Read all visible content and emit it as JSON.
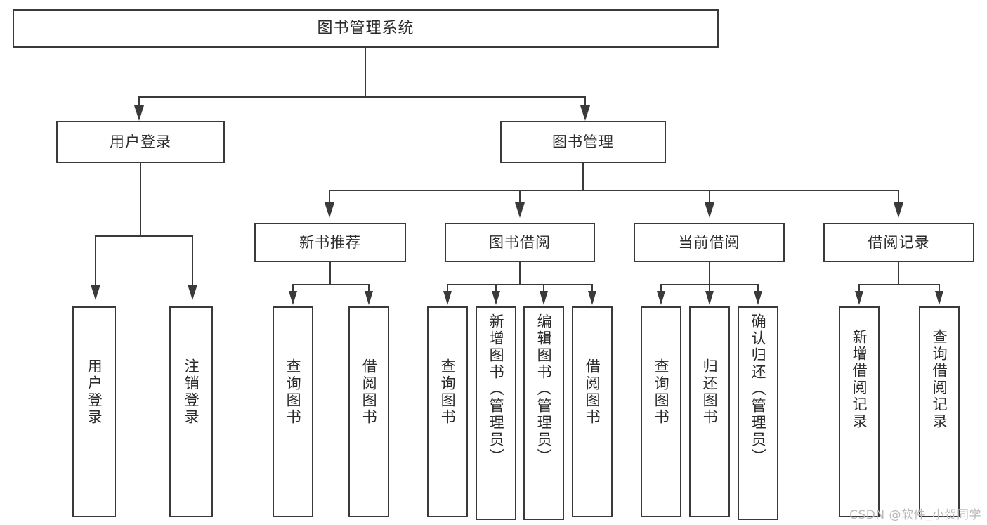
{
  "diagram": {
    "title": "图书管理系统",
    "type": "tree-hierarchy",
    "root": {
      "label": "图书管理系统"
    },
    "level1": [
      {
        "label": "用户登录"
      },
      {
        "label": "图书管理"
      }
    ],
    "level2": [
      {
        "label": "新书推荐"
      },
      {
        "label": "图书借阅"
      },
      {
        "label": "当前借阅"
      },
      {
        "label": "借阅记录"
      }
    ],
    "leaves": {
      "user_login": [
        {
          "label": "用户登录"
        },
        {
          "label": "注销登录"
        }
      ],
      "new_book_recommend": [
        {
          "label": "查询图书"
        },
        {
          "label": "借阅图书"
        }
      ],
      "book_borrow": [
        {
          "label": "查询图书"
        },
        {
          "label": "新增图书（管理员）"
        },
        {
          "label": "编辑图书（管理员）"
        },
        {
          "label": "借阅图书"
        }
      ],
      "current_borrow": [
        {
          "label": "查询图书"
        },
        {
          "label": "归还图书"
        },
        {
          "label": "确认归还（管理员）"
        }
      ],
      "borrow_record": [
        {
          "label": "新增借阅记录"
        },
        {
          "label": "查询借阅记录"
        }
      ]
    }
  },
  "watermark": {
    "text": "CSDN @软件_小贺同学"
  },
  "colors": {
    "stroke": "#3a3a3a",
    "text": "#2b2b2b",
    "background": "#ffffff",
    "watermark": "#b9b9b9"
  }
}
